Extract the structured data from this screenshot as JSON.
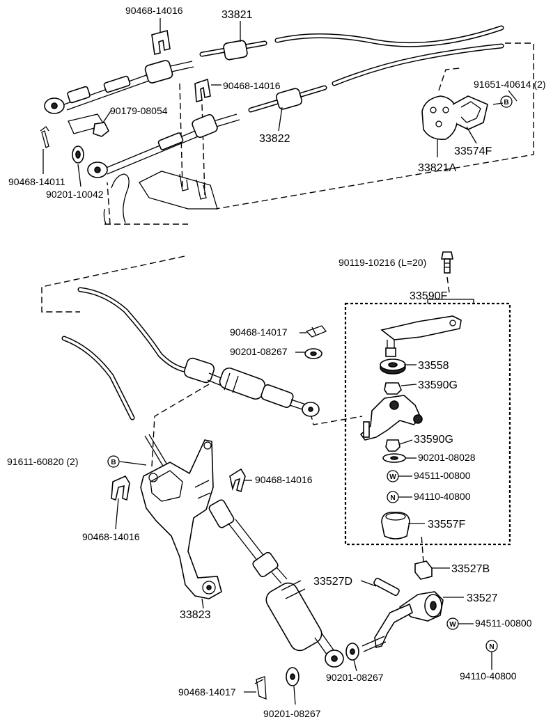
{
  "labels": {
    "p90468_14016_top": "90468-14016",
    "p33821": "33821",
    "p90468_14016_mid": "90468-14016",
    "p91651_40614": "91651-40614 (2)",
    "p90179_08054": "90179-08054",
    "p33822": "33822",
    "p33574F": "33574F",
    "p33821A": "33821A",
    "p90468_14011": "90468-14011",
    "p90201_10042": "90201-10042",
    "p90119_10216": "90119-10216 (L=20)",
    "p33590F": "33590F",
    "p90468_14017_a": "90468-14017",
    "p90201_08267_a": "90201-08267",
    "p33558": "33558",
    "p33590G_a": "33590G",
    "p33590G_b": "33590G",
    "p90201_08028": "90201-08028",
    "p94511_00800_a": "94511-00800",
    "p94110_40800_a": "94110-40800",
    "p33557F": "33557F",
    "p33527B": "33527B",
    "p91611_60820": "91611-60820 (2)",
    "p90468_14016_r": "90468-14016",
    "p90468_14016_l": "90468-14016",
    "p33823": "33823",
    "p33527D": "33527D",
    "p33527": "33527",
    "p94511_00800_b": "94511-00800",
    "p94110_40800_b": "94110-40800",
    "p90468_14017_b": "90468-14017",
    "p90201_08267_b": "90201-08267",
    "p90201_08267_c": "90201-08267"
  },
  "markers": {
    "b": "B",
    "w": "W",
    "n": "N"
  },
  "colors": {
    "line": "#000000",
    "background": "#ffffff"
  }
}
